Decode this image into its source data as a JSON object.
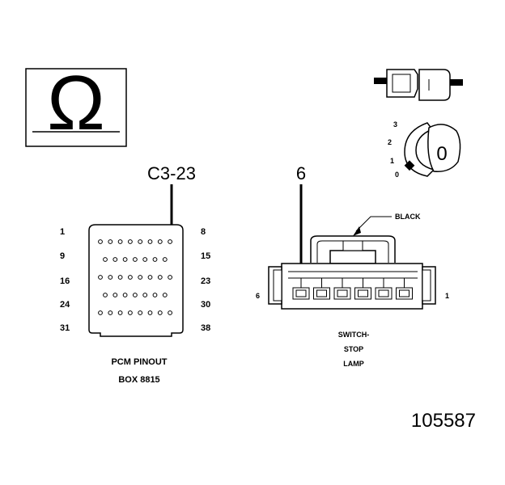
{
  "ohm_symbol": "Ω",
  "pcm": {
    "callout": "C3-23",
    "row_labels_left": [
      "1",
      "9",
      "16",
      "24",
      "31"
    ],
    "row_labels_right": [
      "8",
      "15",
      "23",
      "30",
      "38"
    ],
    "title_line1": "PCM PINOUT",
    "title_line2": "BOX 8815"
  },
  "switch": {
    "callout": "6",
    "wire_color": "BLACK",
    "pin_left": "6",
    "pin_right": "1",
    "title_line1": "SWITCH-",
    "title_line2": "STOP",
    "title_line3": "LAMP"
  },
  "dial": {
    "positions": [
      "3",
      "2",
      "1",
      "0"
    ],
    "knob_value": "0"
  },
  "figure_number": "105587"
}
